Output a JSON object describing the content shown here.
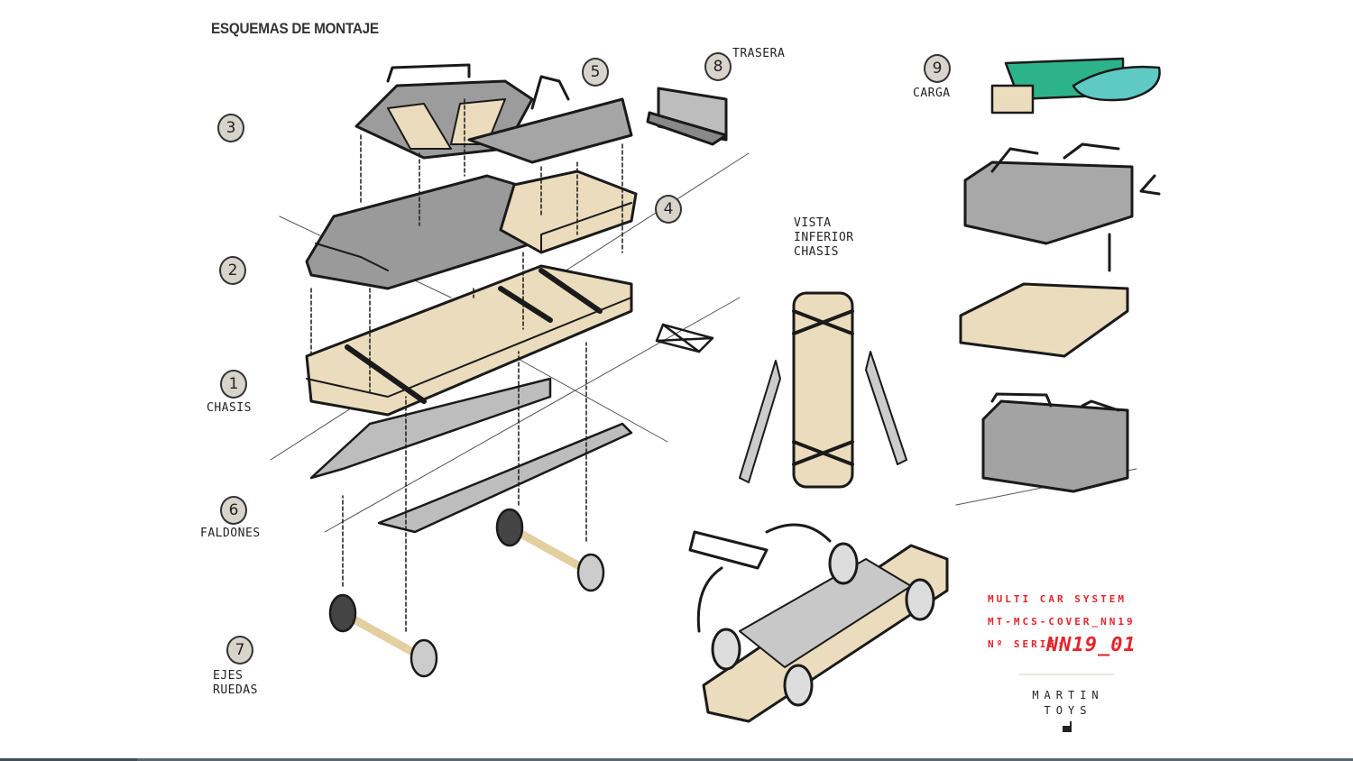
{
  "title": "ESQUEMAS DE MONTAJE",
  "parts": [
    {
      "number": "1",
      "label": "CHASIS"
    },
    {
      "number": "2",
      "label": ""
    },
    {
      "number": "3",
      "label": ""
    },
    {
      "number": "4",
      "label": ""
    },
    {
      "number": "5",
      "label": ""
    },
    {
      "number": "6",
      "label": "FALDONES"
    },
    {
      "number": "7",
      "label": "EJES RUEDAS"
    },
    {
      "number": "8",
      "label": "TRASERA"
    },
    {
      "number": "9",
      "label": "CARGA"
    }
  ],
  "view_label": "VISTA INFERIOR CHASIS",
  "stamp": {
    "line1": "MULTI CAR SYSTEM",
    "line2": "MT-MCS-COVER_NN19",
    "serial_label": "Nº SERIE:",
    "serial_value": "NN19_01"
  },
  "brand": {
    "line1": "MARTIN",
    "line2": "TOYS"
  },
  "colors": {
    "wood": "#eadcbc",
    "grey": "#a3a3a3",
    "green": "#2db38a",
    "teal": "#5fc9c4",
    "stamp_red": "#e3262b"
  }
}
